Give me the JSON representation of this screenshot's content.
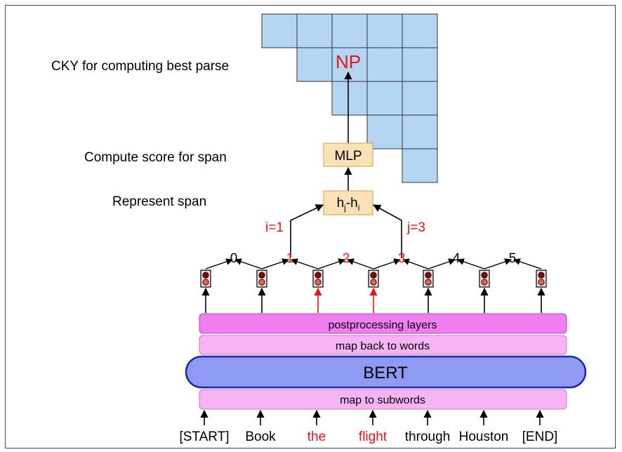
{
  "labels": {
    "cky": "CKY for computing best parse",
    "compute": "Compute score for span",
    "represent": "Represent span"
  },
  "cky_cell_label": "NP",
  "mlp_label": "MLP",
  "span_rep": {
    "hj": "h",
    "j_sub": "j",
    "minus": "-h",
    "i_sub": "i"
  },
  "i_label": "i=1",
  "j_label": "j=3",
  "fencepost_labels": [
    "0",
    "1",
    "2",
    "3",
    "4",
    "5"
  ],
  "fencepost_highlighted": [
    false,
    true,
    true,
    true,
    false,
    false
  ],
  "layers": {
    "postprocessing": "postprocessing layers",
    "map_back": "map back to words",
    "bert": "BERT",
    "map_to": "map to subwords"
  },
  "words": [
    "[START]",
    "Book",
    "the",
    "flight",
    "through",
    "Houston",
    "[END]"
  ],
  "word_highlighted": [
    false,
    false,
    true,
    true,
    false,
    false,
    false
  ],
  "colors": {
    "highlight": "#e8141a",
    "cky_fill": "#b5d6f2",
    "mlp_fill": "#fbe1b5",
    "pink_fill": "#f6b4f4",
    "magenta_fill": "#f07ef0",
    "bert_fill": "#8f9bf2"
  }
}
